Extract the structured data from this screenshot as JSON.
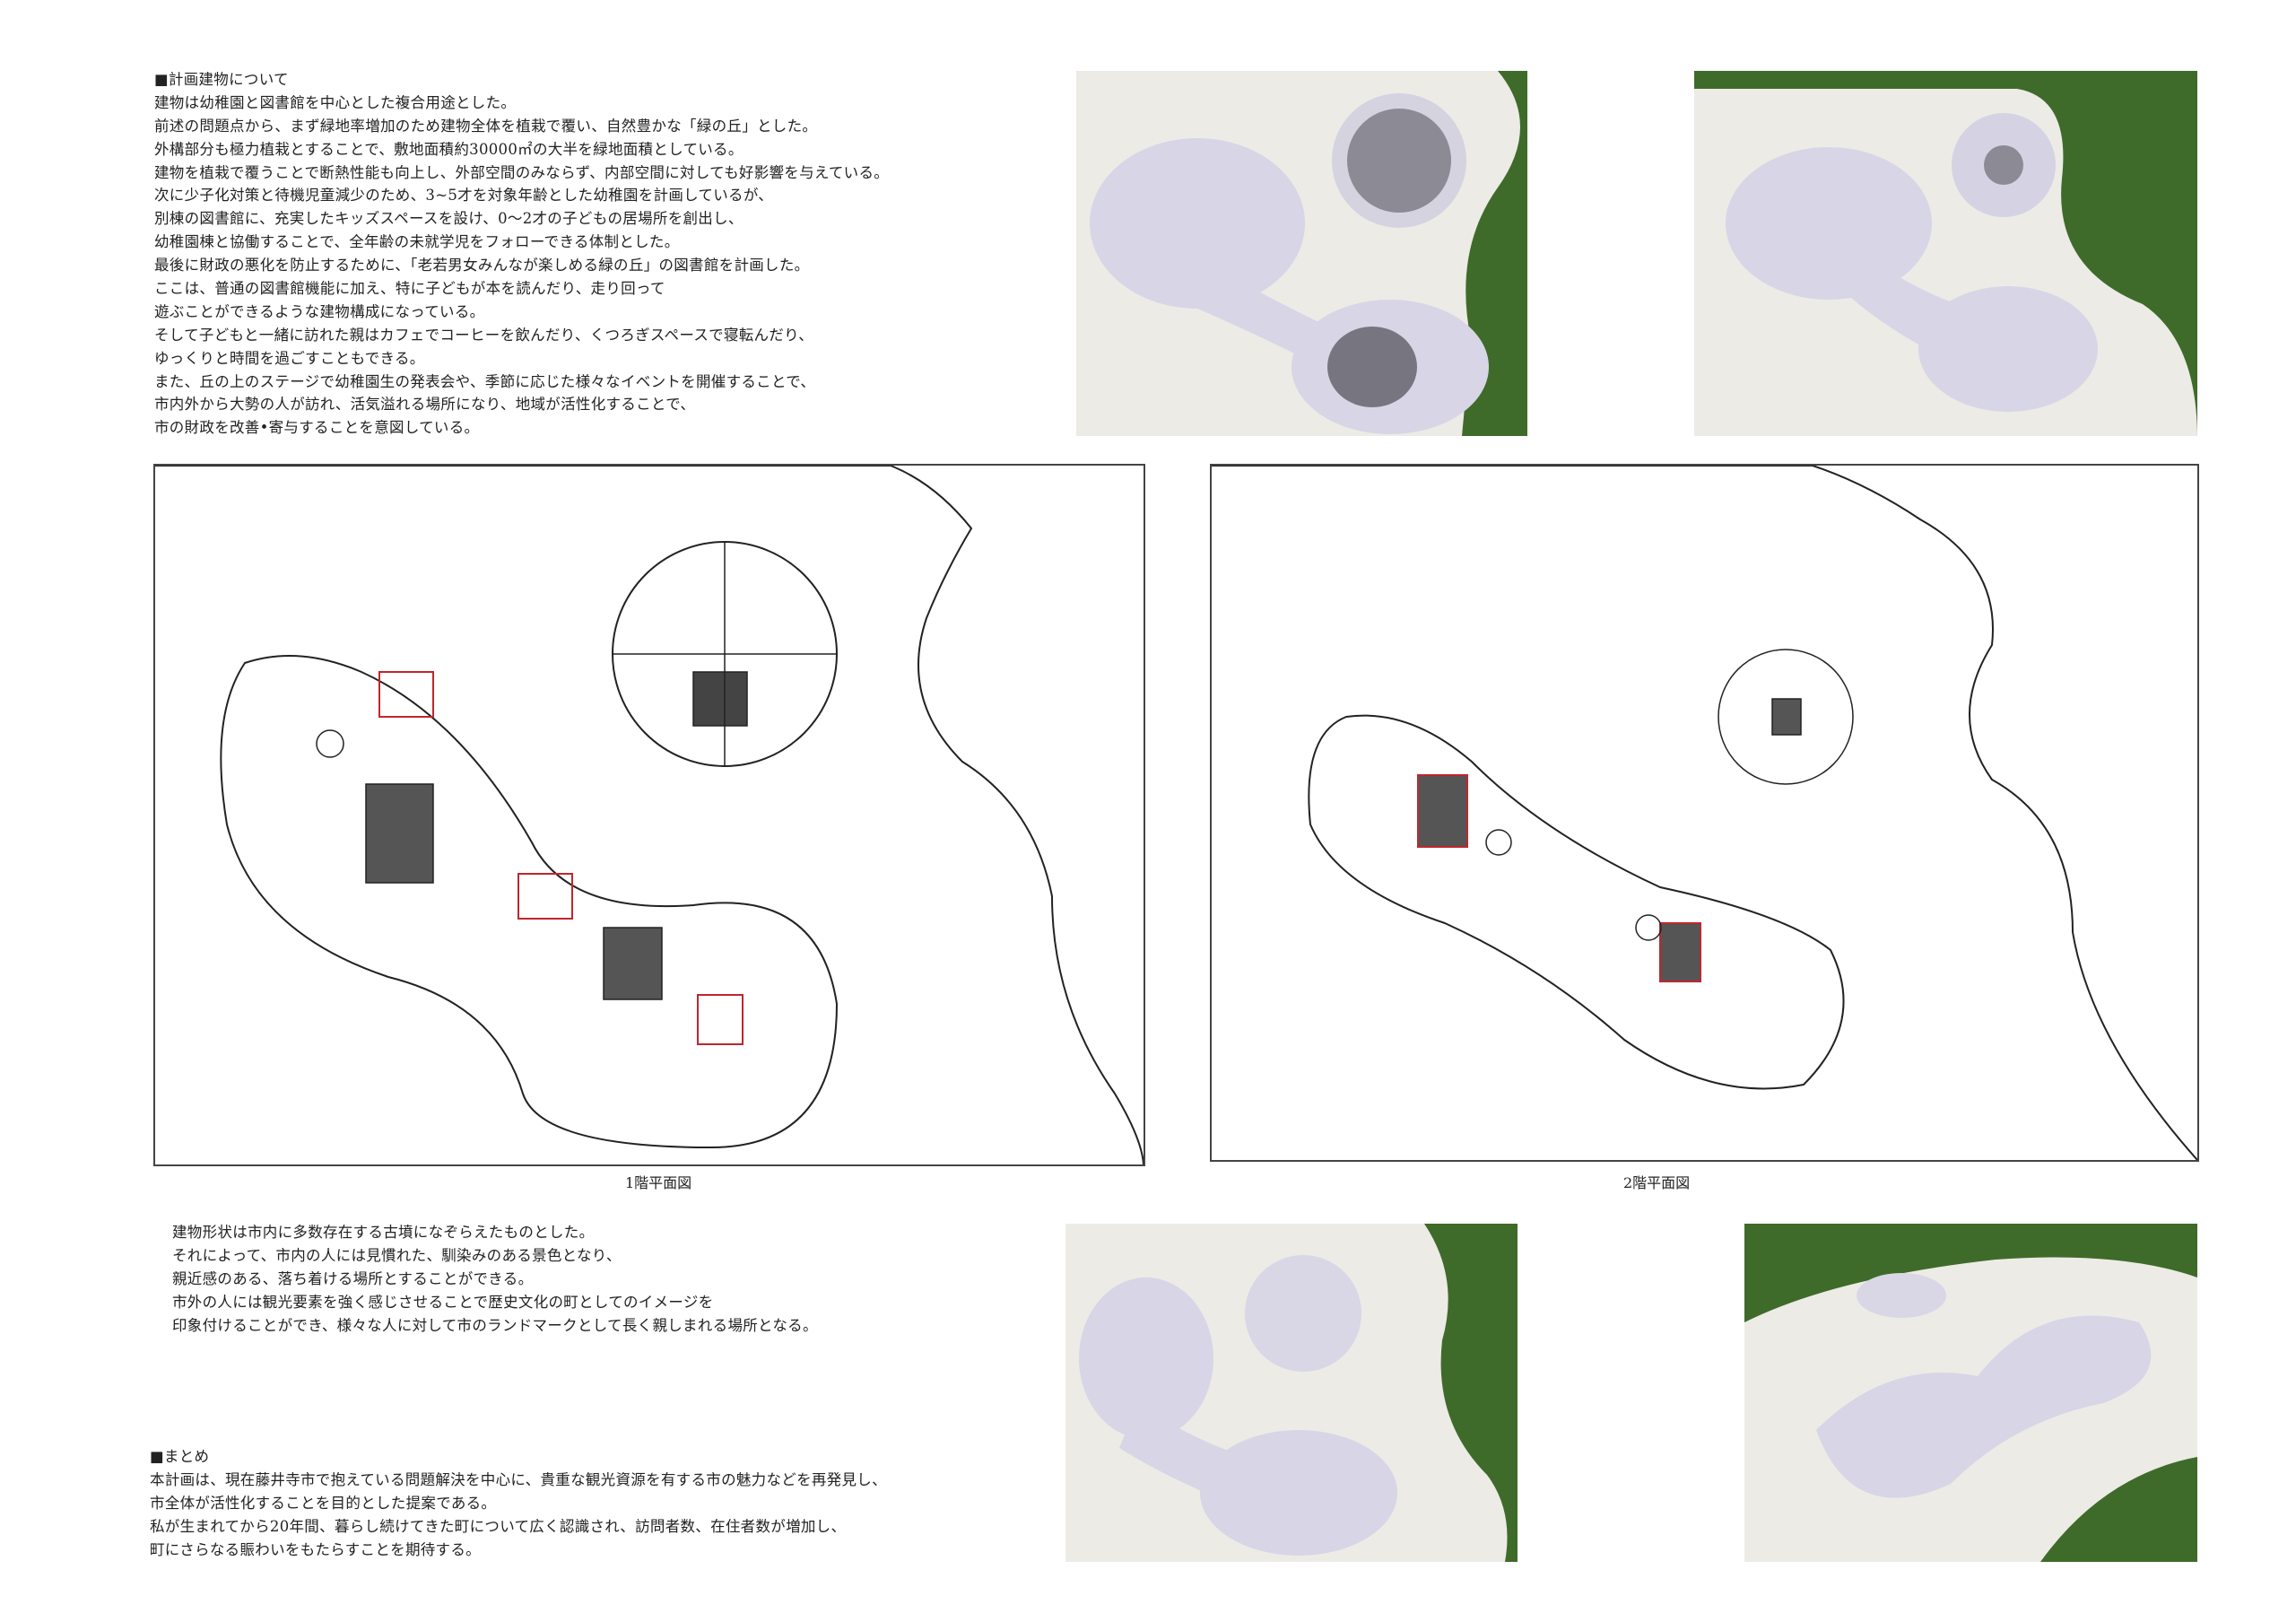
{
  "intro": {
    "heading": "■計画建物について",
    "lines": [
      "建物は幼稚園と図書館を中心とした複合用途とした。",
      "前述の問題点から、まず緑地率増加のため建物全体を植栽で覆い、自然豊かな「緑の丘」とした。",
      "外構部分も極力植栽とすることで、敷地面積約30000㎡の大半を緑地面積としている。",
      "建物を植栽で覆うことで断熱性能も向上し、外部空間のみならず、内部空間に対しても好影響を与えている。",
      "次に少子化対策と待機児童減少のため、3~5才を対象年齢とした幼稚園を計画しているが、",
      "別棟の図書館に、充実したキッズスペースを設け、0～2才の子どもの居場所を創出し、",
      "幼稚園棟と協働することで、全年齢の未就学児をフォローできる体制とした。",
      "最後に財政の悪化を防止するために、「老若男女みんなが楽しめる緑の丘」の図書館を計画した。",
      "ここは、普通の図書館機能に加え、特に子どもが本を読んだり、走り回って",
      "遊ぶことができるような建物構成になっている。",
      "そして子どもと一緒に訪れた親はカフェでコーヒーを飲んだり、くつろぎスペースで寝転んだり、",
      "ゆっくりと時間を過ごすこともできる。",
      "また、丘の上のステージで幼稚園生の発表会や、季節に応じた様々なイベントを開催することで、",
      "市内外から大勢の人が訪れ、活気溢れる場所になり、地域が活性化することで、",
      "市の財政を改善•寄与することを意図している。"
    ]
  },
  "form": {
    "lines": [
      "建物形状は市内に多数存在する古墳になぞらえたものとした。",
      "それによって、市内の人には見慣れた、馴染みのある景色となり、",
      "親近感のある、落ち着ける場所とすることができる。",
      "市外の人には観光要素を強く感じさせることで歴史文化の町としてのイメージを",
      "印象付けることができ、様々な人に対して市のランドマークとして長く親しまれる場所となる。"
    ]
  },
  "summary": {
    "heading": "■まとめ",
    "lines": [
      "本計画は、現在藤井寺市で抱えている問題解決を中心に、貴重な観光資源を有する市の魅力などを再発見し、",
      "市全体が活性化することを目的とした提案である。",
      "私が生まれてから20年間、暮らし続けてきた町について広く認識され、訪問者数、在住者数が増加し、",
      "町にさらなる賑わいをもたらすことを期待する。"
    ]
  },
  "plans": {
    "floor1_label": "1階平面図",
    "floor2_label": "2階平面図"
  },
  "colors": {
    "grass": "#3f6b2a",
    "board": "#ecebe6",
    "model": "#dcd9ea",
    "accent": "#c0262d"
  }
}
